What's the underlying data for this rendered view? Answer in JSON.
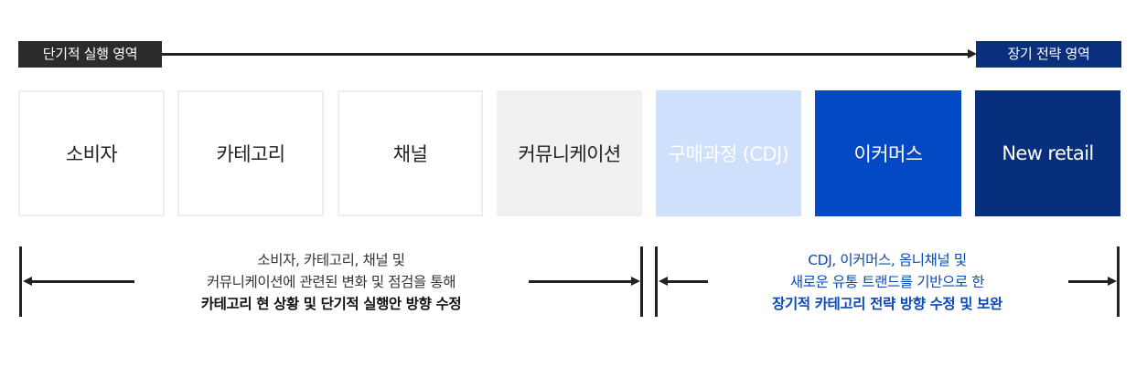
{
  "timeline": {
    "short_term_label": "단기적 실행 영역",
    "long_term_label": "장기 전략 영역"
  },
  "boxes": [
    {
      "label": "소비자",
      "style": "white"
    },
    {
      "label": "카테고리",
      "style": "white"
    },
    {
      "label": "채널",
      "style": "white"
    },
    {
      "label": "커뮤니케이션",
      "style": "grey"
    },
    {
      "label": "구매과정 (CDJ)",
      "style": "lightblue"
    },
    {
      "label": "이커머스",
      "style": "blue"
    },
    {
      "label": "New retail",
      "style": "navy"
    }
  ],
  "captions": {
    "left": {
      "line1": "소비자, 카테고리, 채널 및",
      "line2": "커뮤니케이션에 관련된 변화 및 점검을 통해",
      "line3": "카테고리 현 상황 및 단기적 실행안 방향 수정"
    },
    "right": {
      "line1": "CDJ, 이커머스, 옴니채널 및",
      "line2": "새로운 유통 트랜드를 기반으로 한",
      "line3": "장기적 카테고리 전략 방향 수정 및 보완"
    }
  },
  "colors": {
    "dark_tag": "#2b2b2b",
    "navy": "#082e7e",
    "blue": "#0449c4",
    "light_blue": "#cfe0fc",
    "grey_box": "#f1f1f1",
    "blue_text": "#0a49b8"
  }
}
